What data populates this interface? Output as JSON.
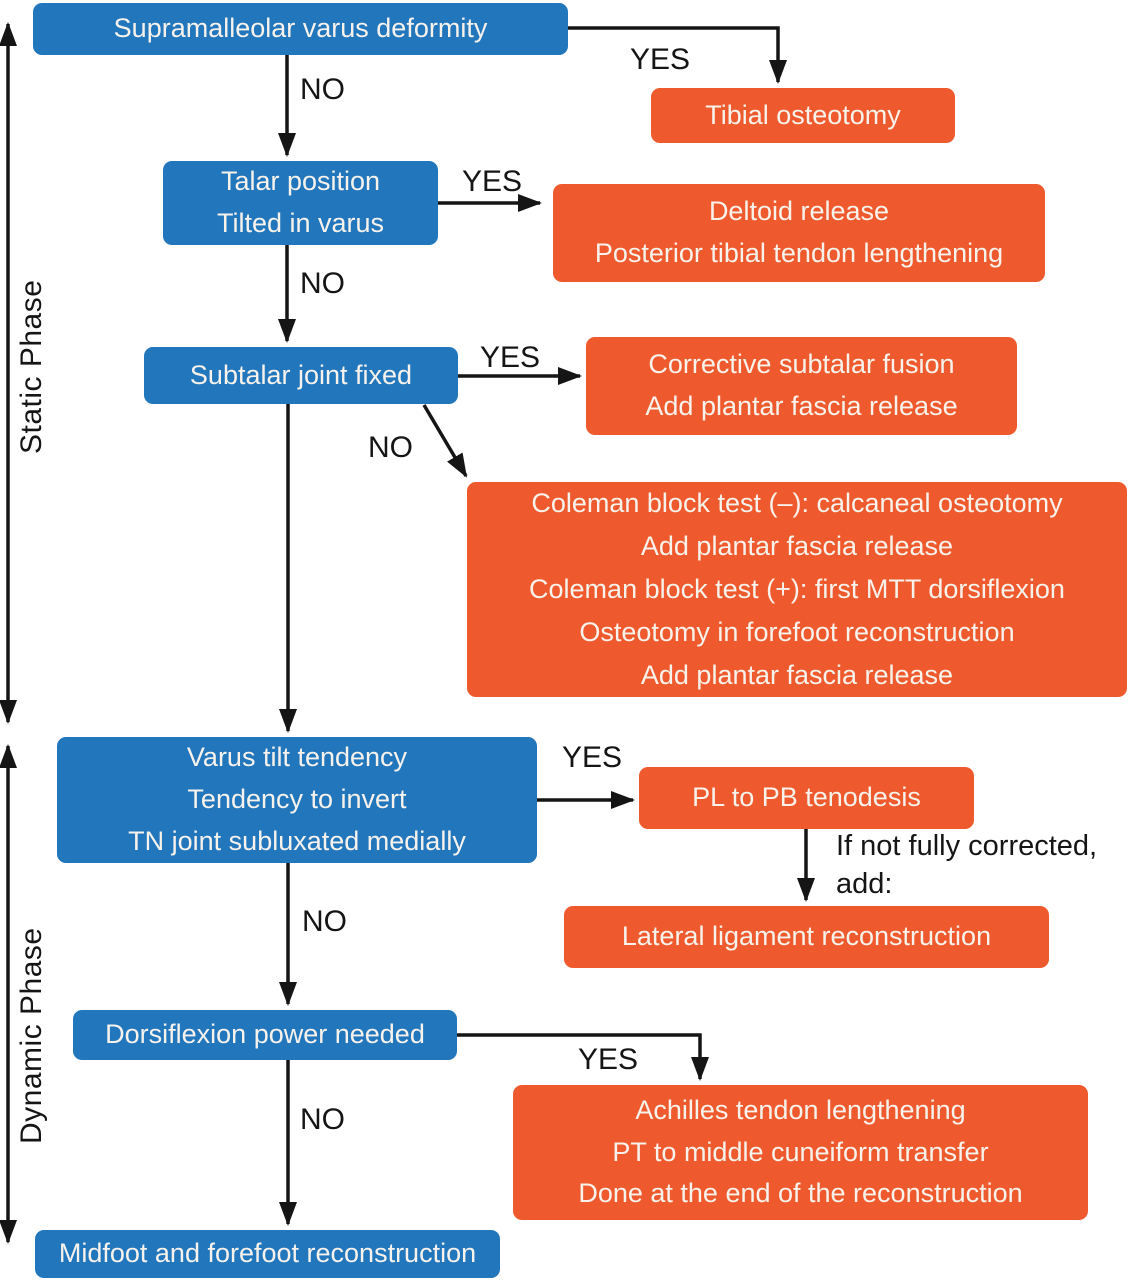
{
  "palette": {
    "decision_blue": "#2176bc",
    "action_orange": "#ee5a2d",
    "connector_black": "#151515",
    "box_text": "#f7f2ec",
    "background": "#ffffff"
  },
  "phases": [
    {
      "id": "static-phase",
      "label": "Static Phase"
    },
    {
      "id": "dynamic-phase",
      "label": "Dynamic Phase"
    }
  ],
  "nodes": [
    {
      "id": "supramalleolar",
      "kind": "decision",
      "label": "Supramalleolar varus deformity"
    },
    {
      "id": "tibial-osteotomy",
      "kind": "action",
      "label": "Tibial osteotomy"
    },
    {
      "id": "talar-position",
      "kind": "decision",
      "label": "Talar position\nTilted in varus"
    },
    {
      "id": "deltoid-release",
      "kind": "action",
      "label": "Deltoid release\nPosterior tibial tendon lengthening"
    },
    {
      "id": "subtalar-joint-fixed",
      "kind": "decision",
      "label": "Subtalar joint fixed"
    },
    {
      "id": "corrective-subtalar-fusion",
      "kind": "action",
      "label": "Corrective subtalar fusion\nAdd plantar fascia release"
    },
    {
      "id": "coleman-block-test",
      "kind": "action",
      "label": "Coleman block test (–): calcaneal osteotomy\nAdd plantar fascia release\nColeman block test (+): first MTT dorsiflexion\nOsteotomy in forefoot reconstruction\nAdd plantar fascia release"
    },
    {
      "id": "varus-tilt-tendency",
      "kind": "decision",
      "label": "Varus tilt tendency\nTendency to invert\nTN joint subluxated medially"
    },
    {
      "id": "pl-to-pb-tenodesis",
      "kind": "action",
      "label": "PL to PB tenodesis"
    },
    {
      "id": "lateral-ligament-reconstruction",
      "kind": "action",
      "label": "Lateral ligament reconstruction"
    },
    {
      "id": "dorsiflexion-power-needed",
      "kind": "decision",
      "label": "Dorsiflexion power needed"
    },
    {
      "id": "achilles-tendon-lengthening",
      "kind": "action",
      "label": "Achilles tendon lengthening\nPT to middle cuneiform transfer\nDone at the end of the reconstruction"
    },
    {
      "id": "midfoot-forefoot-reconstruction",
      "kind": "outcome",
      "label": "Midfoot and forefoot reconstruction"
    }
  ],
  "edge_labels": [
    {
      "edge": "supramalleolar-yes",
      "text": "YES"
    },
    {
      "edge": "supramalleolar-no",
      "text": "NO"
    },
    {
      "edge": "talar-yes",
      "text": "YES"
    },
    {
      "edge": "talar-no",
      "text": "NO"
    },
    {
      "edge": "subtalar-yes",
      "text": "YES"
    },
    {
      "edge": "subtalar-no",
      "text": "NO"
    },
    {
      "edge": "varus-yes",
      "text": "YES"
    },
    {
      "edge": "pl-to-pb-note",
      "text": "If not fully corrected,\nadd:"
    },
    {
      "edge": "varus-no",
      "text": "NO"
    },
    {
      "edge": "dorsiflexion-yes",
      "text": "YES"
    },
    {
      "edge": "dorsiflexion-no",
      "text": "NO"
    }
  ]
}
